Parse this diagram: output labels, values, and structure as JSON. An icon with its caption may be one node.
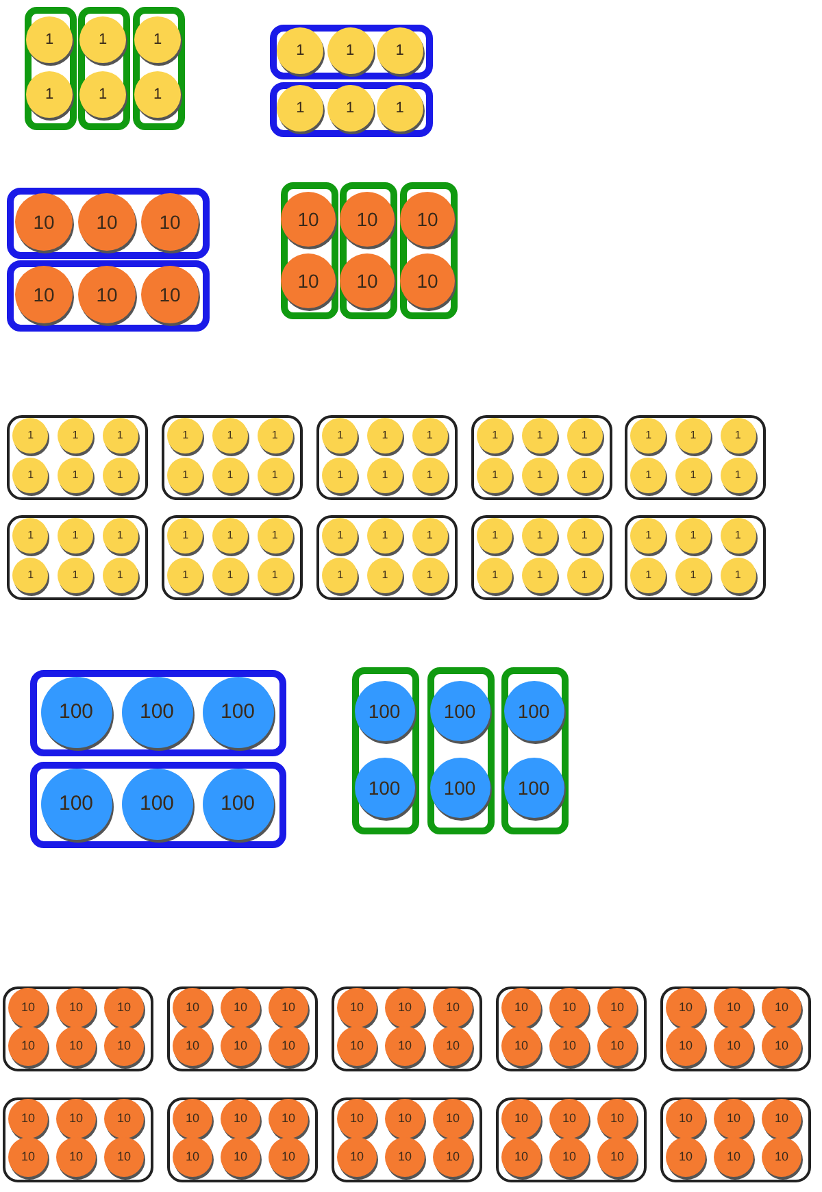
{
  "diagram": {
    "nodes": [
      {
        "text": [],
        "shape": "box"
      },
      {
        "text": [
          "1"
        ],
        "in": 0
      },
      {
        "text": [
          "1"
        ],
        "in": 0
      },
      {
        "text": [],
        "shape": "box"
      },
      {
        "text": [
          "1"
        ],
        "in": 3
      },
      {
        "text": [
          "1"
        ],
        "in": 3
      },
      {
        "text": [],
        "shape": "box"
      },
      {
        "text": [
          "1"
        ],
        "in": 6
      },
      {
        "text": [
          "1"
        ],
        "in": 6
      },
      {
        "text": [],
        "shape": "box"
      },
      {
        "text": [
          "1"
        ],
        "in": 9
      },
      {
        "text": [
          "1"
        ],
        "in": 9
      },
      {
        "text": [
          "1"
        ],
        "in": 9
      },
      {
        "text": [],
        "shape": "box"
      },
      {
        "text": [
          "1"
        ],
        "in": 13
      },
      {
        "text": [
          "1"
        ],
        "in": 13
      },
      {
        "text": [
          "1"
        ],
        "in": 13
      },
      {
        "text": [],
        "shape": "box"
      },
      {
        "text": [
          "10"
        ],
        "in": 17
      },
      {
        "text": [
          "10"
        ],
        "in": 17
      },
      {
        "text": [
          "10"
        ],
        "in": 17
      },
      {
        "text": [],
        "shape": "box"
      },
      {
        "text": [
          "10"
        ],
        "in": 21
      },
      {
        "text": [
          "10"
        ],
        "in": 21
      },
      {
        "text": [
          "10"
        ],
        "in": 21
      },
      {
        "text": [],
        "shape": "box"
      },
      {
        "text": [
          "10"
        ],
        "in": 25
      },
      {
        "text": [
          "10"
        ],
        "in": 25
      },
      {
        "text": [],
        "shape": "box"
      },
      {
        "text": [
          "10"
        ],
        "in": 28
      },
      {
        "text": [
          "10"
        ],
        "in": 28
      },
      {
        "text": [],
        "shape": "box"
      },
      {
        "text": [
          "10"
        ],
        "in": 31
      },
      {
        "text": [
          "10"
        ],
        "in": 31
      },
      {
        "text": [],
        "shape": "box"
      },
      {
        "text": [
          "1"
        ],
        "in": 34
      },
      {
        "text": [
          "1"
        ],
        "in": 34
      },
      {
        "text": [
          "1"
        ],
        "in": 34
      },
      {
        "text": [
          "1"
        ],
        "in": 34
      },
      {
        "text": [
          "1"
        ],
        "in": 34
      },
      {
        "text": [
          "1"
        ],
        "in": 34
      },
      {
        "text": [],
        "shape": "box"
      },
      {
        "text": [
          "1"
        ],
        "in": 41
      },
      {
        "text": [
          "1"
        ],
        "in": 41
      },
      {
        "text": [
          "1"
        ],
        "in": 41
      },
      {
        "text": [
          "1"
        ],
        "in": 41
      },
      {
        "text": [
          "1"
        ],
        "in": 41
      },
      {
        "text": [
          "1"
        ],
        "in": 41
      },
      {
        "text": [],
        "shape": "box"
      },
      {
        "text": [
          "1"
        ],
        "in": 48
      },
      {
        "text": [
          "1"
        ],
        "in": 48
      },
      {
        "text": [
          "1"
        ],
        "in": 48
      },
      {
        "text": [
          "1"
        ],
        "in": 48
      },
      {
        "text": [
          "1"
        ],
        "in": 48
      },
      {
        "text": [
          "1"
        ],
        "in": 48
      },
      {
        "text": [],
        "shape": "box"
      },
      {
        "text": [
          "1"
        ],
        "in": 55
      },
      {
        "text": [
          "1"
        ],
        "in": 55
      },
      {
        "text": [
          "1"
        ],
        "in": 55
      },
      {
        "text": [
          "1"
        ],
        "in": 55
      },
      {
        "text": [
          "1"
        ],
        "in": 55
      },
      {
        "text": [
          "1"
        ],
        "in": 55
      },
      {
        "text": [],
        "shape": "box"
      },
      {
        "text": [
          "1"
        ],
        "in": 62
      },
      {
        "text": [
          "1"
        ],
        "in": 62
      },
      {
        "text": [
          "1"
        ],
        "in": 62
      },
      {
        "text": [
          "1"
        ],
        "in": 62
      },
      {
        "text": [
          "1"
        ],
        "in": 62
      },
      {
        "text": [
          "1"
        ],
        "in": 62
      },
      {
        "text": [],
        "shape": "box"
      },
      {
        "text": [
          "1"
        ],
        "in": 69
      },
      {
        "text": [
          "1"
        ],
        "in": 69
      },
      {
        "text": [
          "1"
        ],
        "in": 69
      },
      {
        "text": [
          "1"
        ],
        "in": 69
      },
      {
        "text": [
          "1"
        ],
        "in": 69
      },
      {
        "text": [
          "1"
        ],
        "in": 69
      },
      {
        "text": [],
        "shape": "box"
      },
      {
        "text": [
          "1"
        ],
        "in": 76
      },
      {
        "text": [
          "1"
        ],
        "in": 76
      },
      {
        "text": [
          "1"
        ],
        "in": 76
      },
      {
        "text": [
          "1"
        ],
        "in": 76
      },
      {
        "text": [
          "1"
        ],
        "in": 76
      },
      {
        "text": [
          "1"
        ],
        "in": 76
      },
      {
        "text": [],
        "shape": "box"
      },
      {
        "text": [
          "1"
        ],
        "in": 83
      },
      {
        "text": [
          "1"
        ],
        "in": 83
      },
      {
        "text": [
          "1"
        ],
        "in": 83
      },
      {
        "text": [
          "1"
        ],
        "in": 83
      },
      {
        "text": [
          "1"
        ],
        "in": 83
      },
      {
        "text": [
          "1"
        ],
        "in": 83
      },
      {
        "text": [],
        "shape": "box"
      },
      {
        "text": [
          "1"
        ],
        "in": 90
      },
      {
        "text": [
          "1"
        ],
        "in": 90
      },
      {
        "text": [
          "1"
        ],
        "in": 90
      },
      {
        "text": [
          "1"
        ],
        "in": 90
      },
      {
        "text": [
          "1"
        ],
        "in": 90
      },
      {
        "text": [
          "1"
        ],
        "in": 90
      },
      {
        "text": [],
        "shape": "box"
      },
      {
        "text": [
          "1"
        ],
        "in": 97
      },
      {
        "text": [
          "1"
        ],
        "in": 97
      },
      {
        "text": [
          "1"
        ],
        "in": 97
      },
      {
        "text": [
          "1"
        ],
        "in": 97
      },
      {
        "text": [
          "1"
        ],
        "in": 97
      },
      {
        "text": [
          "1"
        ],
        "in": 97
      },
      {
        "text": [],
        "shape": "box"
      },
      {
        "text": [
          "100"
        ],
        "in": 104
      },
      {
        "text": [
          "100"
        ],
        "in": 104
      },
      {
        "text": [
          "100"
        ],
        "in": 104
      },
      {
        "text": [],
        "shape": "box"
      },
      {
        "text": [
          "100"
        ],
        "in": 108
      },
      {
        "text": [
          "100"
        ],
        "in": 108
      },
      {
        "text": [
          "100"
        ],
        "in": 108
      },
      {
        "text": [],
        "shape": "box"
      },
      {
        "text": [
          "100"
        ],
        "in": 112
      },
      {
        "text": [
          "100"
        ],
        "in": 112
      },
      {
        "text": [],
        "shape": "box"
      },
      {
        "text": [
          "100"
        ],
        "in": 115
      },
      {
        "text": [
          "100"
        ],
        "in": 115
      },
      {
        "text": [],
        "shape": "box"
      },
      {
        "text": [
          "100"
        ],
        "in": 118
      },
      {
        "text": [
          "100"
        ],
        "in": 118
      },
      {
        "text": [],
        "shape": "box"
      },
      {
        "text": [
          "10"
        ],
        "in": 121
      },
      {
        "text": [
          "10"
        ],
        "in": 121
      },
      {
        "text": [
          "10"
        ],
        "in": 121
      },
      {
        "text": [
          "10"
        ],
        "in": 121
      },
      {
        "text": [
          "10"
        ],
        "in": 121
      },
      {
        "text": [
          "10"
        ],
        "in": 121
      },
      {
        "text": [],
        "shape": "box"
      },
      {
        "text": [
          "10"
        ],
        "in": 128
      },
      {
        "text": [
          "10"
        ],
        "in": 128
      },
      {
        "text": [
          "10"
        ],
        "in": 128
      },
      {
        "text": [
          "10"
        ],
        "in": 128
      },
      {
        "text": [
          "10"
        ],
        "in": 128
      },
      {
        "text": [
          "10"
        ],
        "in": 128
      },
      {
        "text": [],
        "shape": "box"
      },
      {
        "text": [
          "10"
        ],
        "in": 135
      },
      {
        "text": [
          "10"
        ],
        "in": 135
      },
      {
        "text": [
          "10"
        ],
        "in": 135
      },
      {
        "text": [
          "10"
        ],
        "in": 135
      },
      {
        "text": [
          "10"
        ],
        "in": 135
      },
      {
        "text": [
          "10"
        ],
        "in": 135
      },
      {
        "text": [],
        "shape": "box"
      },
      {
        "text": [
          "10"
        ],
        "in": 142
      },
      {
        "text": [
          "10"
        ],
        "in": 142
      },
      {
        "text": [
          "10"
        ],
        "in": 142
      },
      {
        "text": [
          "10"
        ],
        "in": 142
      },
      {
        "text": [
          "10"
        ],
        "in": 142
      },
      {
        "text": [
          "10"
        ],
        "in": 142
      },
      {
        "text": [],
        "shape": "box"
      },
      {
        "text": [
          "10"
        ],
        "in": 149
      },
      {
        "text": [
          "10"
        ],
        "in": 149
      },
      {
        "text": [
          "10"
        ],
        "in": 149
      },
      {
        "text": [
          "10"
        ],
        "in": 149
      },
      {
        "text": [
          "10"
        ],
        "in": 149
      },
      {
        "text": [
          "10"
        ],
        "in": 149
      },
      {
        "text": [],
        "shape": "box"
      },
      {
        "text": [
          "10"
        ],
        "in": 156
      },
      {
        "text": [
          "10"
        ],
        "in": 156
      },
      {
        "text": [
          "10"
        ],
        "in": 156
      },
      {
        "text": [
          "10"
        ],
        "in": 156
      },
      {
        "text": [
          "10"
        ],
        "in": 156
      },
      {
        "text": [
          "10"
        ],
        "in": 156
      },
      {
        "text": [],
        "shape": "box"
      },
      {
        "text": [
          "10"
        ],
        "in": 163
      },
      {
        "text": [
          "10"
        ],
        "in": 163
      },
      {
        "text": [
          "10"
        ],
        "in": 163
      },
      {
        "text": [
          "10"
        ],
        "in": 163
      },
      {
        "text": [
          "10"
        ],
        "in": 163
      },
      {
        "text": [
          "10"
        ],
        "in": 163
      },
      {
        "text": [],
        "shape": "box"
      },
      {
        "text": [
          "10"
        ],
        "in": 170
      },
      {
        "text": [
          "10"
        ],
        "in": 170
      },
      {
        "text": [
          "10"
        ],
        "in": 170
      },
      {
        "text": [
          "10"
        ],
        "in": 170
      },
      {
        "text": [
          "10"
        ],
        "in": 170
      },
      {
        "text": [
          "10"
        ],
        "in": 170
      },
      {
        "text": [],
        "shape": "box"
      },
      {
        "text": [
          "10"
        ],
        "in": 177
      },
      {
        "text": [
          "10"
        ],
        "in": 177
      },
      {
        "text": [
          "10"
        ],
        "in": 177
      },
      {
        "text": [
          "10"
        ],
        "in": 177
      },
      {
        "text": [
          "10"
        ],
        "in": 177
      },
      {
        "text": [
          "10"
        ],
        "in": 177
      },
      {
        "text": [],
        "shape": "box"
      },
      {
        "text": [
          "10"
        ],
        "in": 184
      },
      {
        "text": [
          "10"
        ],
        "in": 184
      },
      {
        "text": [
          "10"
        ],
        "in": 184
      },
      {
        "text": [
          "10"
        ],
        "in": 184
      },
      {
        "text": [
          "10"
        ],
        "in": 184
      },
      {
        "text": [
          "10"
        ],
        "in": 184
      }
    ]
  }
}
